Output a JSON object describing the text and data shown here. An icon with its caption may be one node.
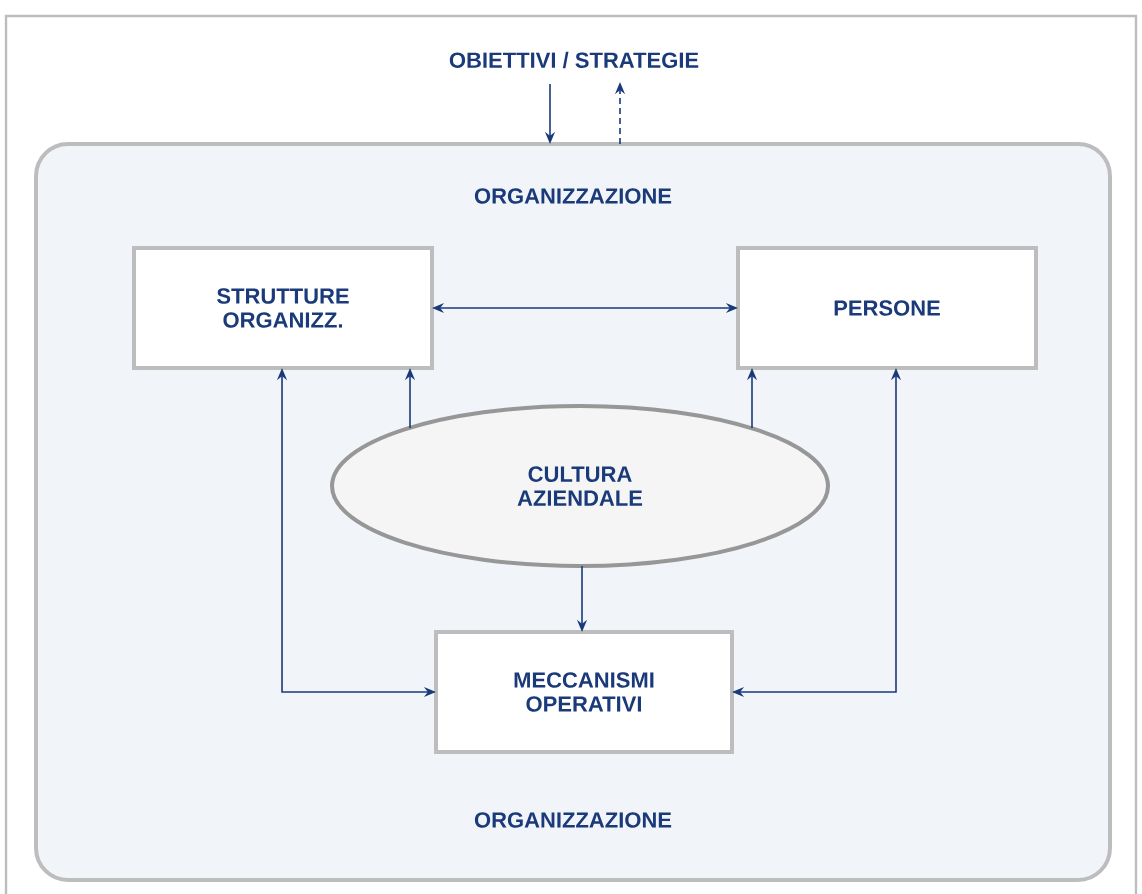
{
  "diagram": {
    "nodes": [
      {
        "text": [
          "OBIETTIVI / STRATEGIE"
        ]
      },
      {
        "text": [
          "ORGANIZZAZIONE",
          "ORGANIZZAZIONE"
        ]
      },
      {
        "text": [
          "STRUTTURE ORGANIZZ."
        ],
        "in": 1
      },
      {
        "text": [
          "PERSONE"
        ],
        "in": 1
      },
      {
        "text": [
          "CULTURA AZIENDALE"
        ],
        "in": 1
      },
      {
        "text": [
          "MECCANISMI OPERATIVI"
        ],
        "in": 1
      }
    ],
    "edges": [
      {
        "from": 0,
        "to": 1,
        "arrow": "to"
      },
      {
        "from": 1,
        "to": 0,
        "arrow": "to",
        "style": "dashed"
      },
      {
        "from": 2,
        "to": 3,
        "arrow": "both"
      },
      {
        "from": 4,
        "to": 2,
        "arrow": "to"
      },
      {
        "from": 4,
        "to": 3,
        "arrow": "to"
      },
      {
        "from": 4,
        "to": 5,
        "arrow": "to"
      },
      {
        "from": 5,
        "to": 2,
        "arrow": "both"
      },
      {
        "from": 5,
        "to": 3,
        "arrow": "both"
      }
    ]
  }
}
